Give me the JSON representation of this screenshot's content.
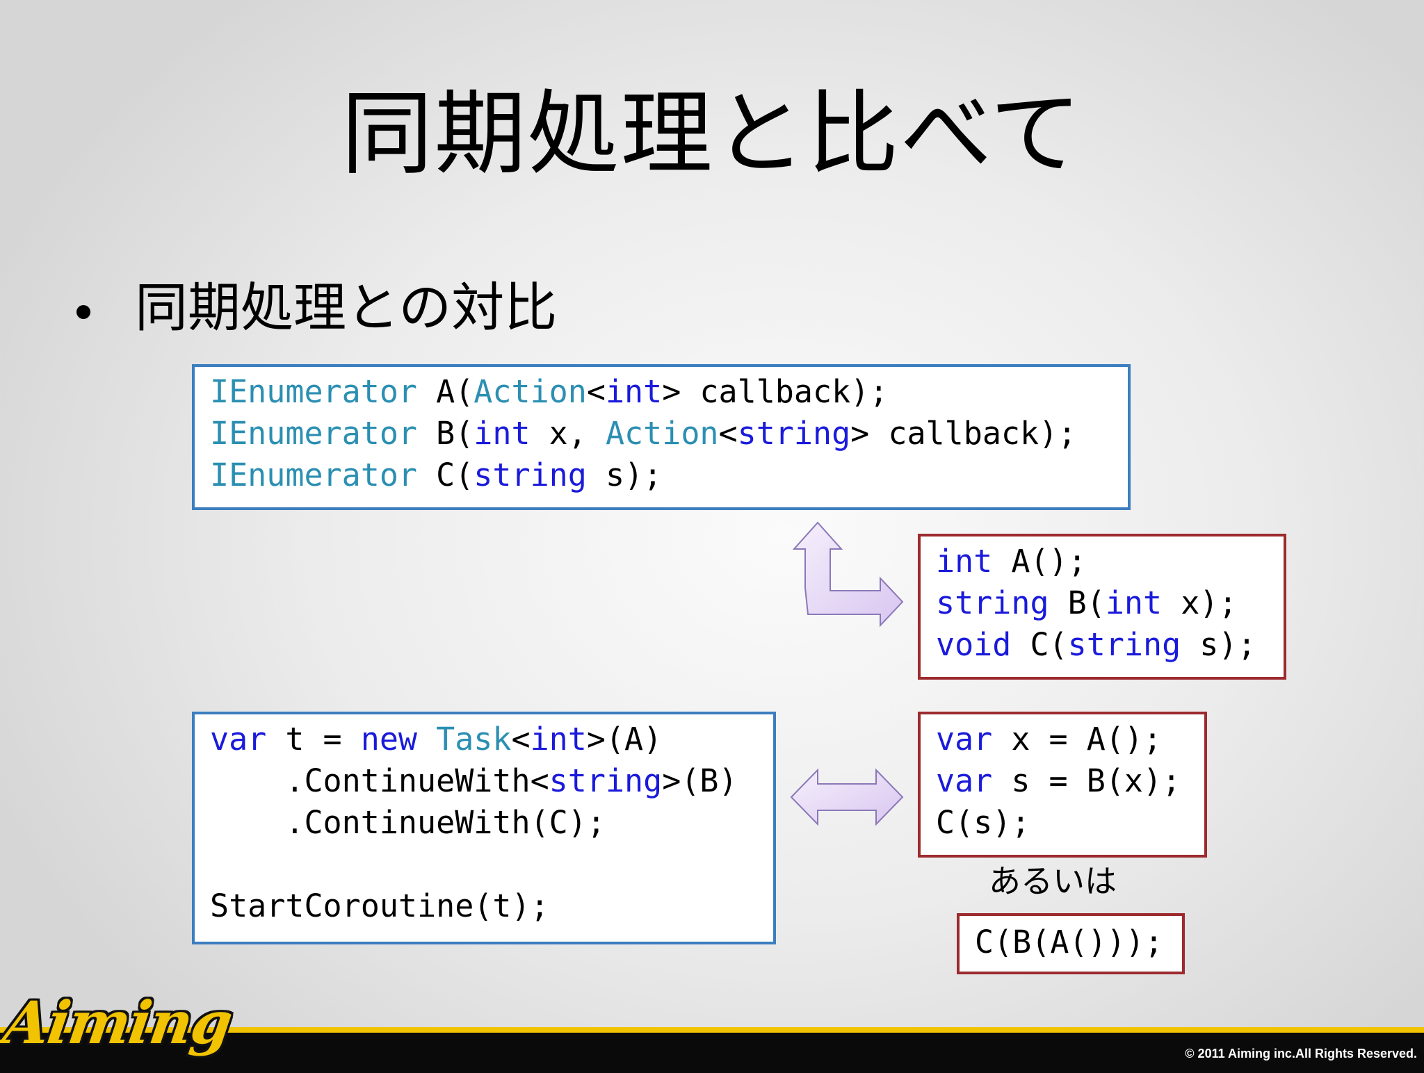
{
  "title": "同期処理と比べて",
  "bullet": "同期処理との対比",
  "box_async_signatures": [
    [
      {
        "t": "IEnumerator",
        "c": "ty"
      },
      {
        "t": " A(",
        "c": ""
      },
      {
        "t": "Action",
        "c": "ty"
      },
      {
        "t": "<",
        "c": ""
      },
      {
        "t": "int",
        "c": "kw"
      },
      {
        "t": "> callback);",
        "c": ""
      }
    ],
    [
      {
        "t": "IEnumerator",
        "c": "ty"
      },
      {
        "t": " B(",
        "c": ""
      },
      {
        "t": "int",
        "c": "kw"
      },
      {
        "t": " x, ",
        "c": ""
      },
      {
        "t": "Action",
        "c": "ty"
      },
      {
        "t": "<",
        "c": ""
      },
      {
        "t": "string",
        "c": "kw"
      },
      {
        "t": "> callback);",
        "c": ""
      }
    ],
    [
      {
        "t": "IEnumerator",
        "c": "ty"
      },
      {
        "t": " C(",
        "c": ""
      },
      {
        "t": "string",
        "c": "kw"
      },
      {
        "t": " s);",
        "c": ""
      }
    ]
  ],
  "box_sync_signatures": [
    [
      {
        "t": "int",
        "c": "kw"
      },
      {
        "t": " A();",
        "c": ""
      }
    ],
    [
      {
        "t": "string",
        "c": "kw"
      },
      {
        "t": " B(",
        "c": ""
      },
      {
        "t": "int",
        "c": "kw"
      },
      {
        "t": " x);",
        "c": ""
      }
    ],
    [
      {
        "t": "void",
        "c": "kw"
      },
      {
        "t": " C(",
        "c": ""
      },
      {
        "t": "string",
        "c": "kw"
      },
      {
        "t": " s);",
        "c": ""
      }
    ]
  ],
  "box_task_chain": [
    [
      {
        "t": "var",
        "c": "kw"
      },
      {
        "t": " t = ",
        "c": ""
      },
      {
        "t": "new",
        "c": "kw"
      },
      {
        "t": " ",
        "c": ""
      },
      {
        "t": "Task",
        "c": "ty"
      },
      {
        "t": "<",
        "c": ""
      },
      {
        "t": "int",
        "c": "kw"
      },
      {
        "t": ">(A)",
        "c": ""
      }
    ],
    [
      {
        "t": "    .ContinueWith<",
        "c": ""
      },
      {
        "t": "string",
        "c": "kw"
      },
      {
        "t": ">(B)",
        "c": ""
      }
    ],
    [
      {
        "t": "    .ContinueWith(C);",
        "c": ""
      }
    ],
    [
      {
        "t": "",
        "c": ""
      }
    ],
    [
      {
        "t": "StartCoroutine(t);",
        "c": ""
      }
    ]
  ],
  "box_sync_calls": [
    [
      {
        "t": "var",
        "c": "kw"
      },
      {
        "t": " x = A();",
        "c": ""
      }
    ],
    [
      {
        "t": "var",
        "c": "kw"
      },
      {
        "t": " s = B(x);",
        "c": ""
      }
    ],
    [
      {
        "t": "C(s);",
        "c": ""
      }
    ]
  ],
  "aruiha": "あるいは",
  "box_nested_call": [
    [
      {
        "t": "C(B(A()));",
        "c": ""
      }
    ]
  ],
  "logo_text": "Aiming",
  "copyright": "© 2011 Aiming inc.All Rights Reserved.",
  "colors": {
    "keyword": "#1a1adb",
    "type": "#2b8fb2",
    "box_blue": "#3c7ebf",
    "box_red": "#9c2a2e",
    "arrow_fill": "#e4d6f5",
    "arrow_stroke": "#8a78b8",
    "footer_yellow": "#f2c300"
  }
}
